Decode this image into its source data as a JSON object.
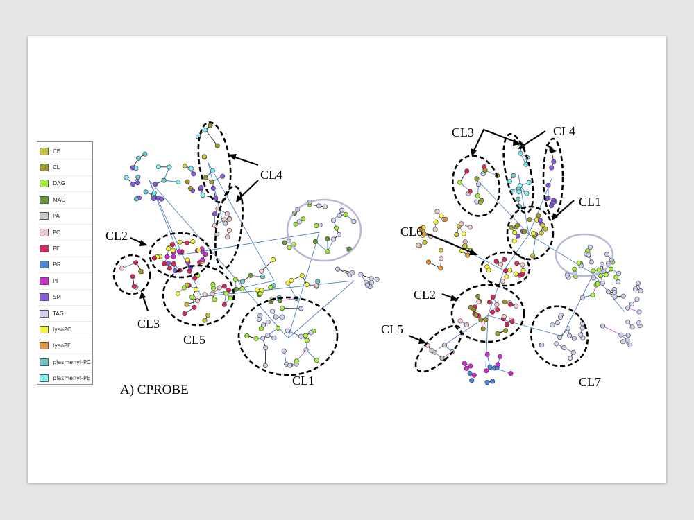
{
  "legend": {
    "items": [
      {
        "label": "CE",
        "color": "#c9c23a"
      },
      {
        "label": "CL",
        "color": "#9c9a2a"
      },
      {
        "label": "DAG",
        "color": "#a6f03c"
      },
      {
        "label": "MAG",
        "color": "#6a9a3a"
      },
      {
        "label": "PA",
        "color": "#c8c8c8"
      },
      {
        "label": "PC",
        "color": "#f1c9c9"
      },
      {
        "label": "PE",
        "color": "#d8285a"
      },
      {
        "label": "PG",
        "color": "#4a86e0"
      },
      {
        "label": "PI",
        "color": "#d82bd8"
      },
      {
        "label": "SM",
        "color": "#8a5ae0"
      },
      {
        "label": "TAG",
        "color": "#d0d0f0"
      },
      {
        "label": "lysoPC",
        "color": "#f5f53a"
      },
      {
        "label": "lysoPE",
        "color": "#e8953a"
      },
      {
        "label": "plasmenyl-PC",
        "color": "#6cc8c8"
      },
      {
        "label": "plasmenyl-PE",
        "color": "#7ef0f5"
      }
    ]
  },
  "panels": [
    {
      "caption": "A) CPROBE",
      "clusters": [
        "CL1",
        "CL2",
        "CL3",
        "CL4",
        "CL5"
      ]
    },
    {
      "clusters": [
        "CL1",
        "CL2",
        "CL3",
        "CL4",
        "CL5",
        "CL6",
        "CL7"
      ]
    }
  ],
  "styles": {
    "edge_blue": "#4f7fbf",
    "edge_dark": "#222222",
    "edge_magenta": "#c050c0",
    "cluster_outline": "#000000",
    "highlight_ring": "#b9b6d6"
  }
}
